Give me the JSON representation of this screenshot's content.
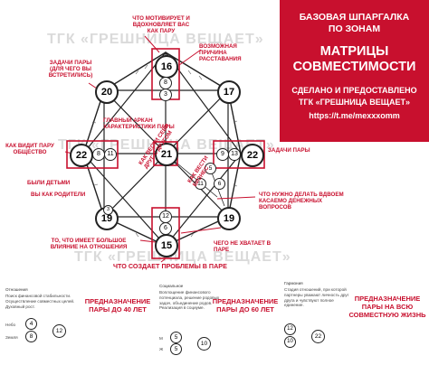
{
  "panel": {
    "line1": "БАЗОВАЯ ШПАРГАЛКА",
    "line2": "ПО ЗОНАМ",
    "title1": "МАТРИЦЫ",
    "title2": "СОВМЕСТИМОСТИ",
    "credit1": "СДЕЛАНО И ПРЕДОСТАВЛЕНО",
    "credit2": "ТГК «ГРЕШНИЦА ВЕЩАЕТ»",
    "link": "https://t.me/mexxxomm"
  },
  "watermark": "ТГК «ГРЕШНИЦА ВЕЩАЕТ»",
  "matrix": {
    "top": "16",
    "top_sub1": "8",
    "top_sub2": "3",
    "top_left": "20",
    "left": "22",
    "left_sub1": "8",
    "left_sub2": "11",
    "center": "21",
    "right": "22",
    "right_sub1": "9",
    "right_sub2": "13",
    "top_right": "17",
    "bottom_left": "19",
    "bottom_right": "19",
    "bottom": "15",
    "bottom_sub1": "12",
    "bottom_sub2": "6",
    "money1": "5",
    "money2": "6",
    "money3": "11",
    "left_small": "3"
  },
  "labels": {
    "motivates": "ЧТО МОТИВИРУЕТ И ВДОХНОВЛЯЕТ ВАС КАК ПАРУ",
    "break_reason": "ВОЗМОЖНАЯ ПРИЧИНА РАССТАВАНИЯ",
    "tasks_left": "ЗАДАЧИ ПАРЫ (ДЛЯ ЧЕГО ВЫ ВСТРЕТИЛИСЬ)",
    "main_arcana": "ГЛАВНЫЙ АРКАН ХАРАКТЕРИСТИКИ ПАРЫ",
    "society": "КАК ВИДИТ ПАРУ ОБЩЕСТВО",
    "tasks_right": "ЗАДАЧИ ПАРЫ",
    "be_children": "БЫЛИ ДЕТЬМИ",
    "as_parents": "ВЫ КАК РОДИТЕЛИ",
    "diag1": "КАК ВЕСТИ СЕБЯ ДРУГ С ДРУГОМ",
    "diag2": "КАК ВЕСТИ БИЗНЕС",
    "money": "ЧТО НУЖНО ДЕЛАТЬ ВДВОЕМ КАСАЕМО ДЕНЕЖНЫХ ВОПРОСОВ",
    "big_influence": "ТО, ЧТО ИМЕЕТ БОЛЬШОЕ ВЛИЯНИЕ НА ОТНОШЕНИЯ",
    "lacks": "ЧЕГО НЕ ХВАТАЕТ В ПАРЕ",
    "problems": "ЧТО СОЗДАЕТ ПРОБЛЕМЫ В ПАРЕ"
  },
  "bottom": {
    "col1_title": "Отношения",
    "col1_text": "Поиск финансовой стабильности. Осуществление совместных целей. Духовный рост.",
    "col1_r1_label": "Небо",
    "col1_r1_val": "4",
    "col1_r2_label": "Земля",
    "col1_r2_val": "8",
    "col1_sum": "12",
    "dest1": "ПРЕДНАЗНАЧЕНИЕ ПАРЫ ДО 40 ЛЕТ",
    "col2_title": "Социальное",
    "col2_text": "Воплощение финансового потенциала, решение родовых задач, объединение родов. Реализация в социуме.",
    "col2_r1_label": "М",
    "col2_r1_val": "5",
    "col2_r2_label": "Ж",
    "col2_r2_val": "5",
    "col2_sum": "10",
    "dest2": "ПРЕДНАЗНАЧЕНИЕ ПАРЫ ДО 60 ЛЕТ",
    "col3_title": "Гармония",
    "col3_text": "Стадия отношений, при которой партнеры уважают личность друг друга и чувствуют полное единение.",
    "col3_r1_val": "12",
    "col3_r2_val": "10",
    "col3_sum": "22",
    "dest3": "ПРЕДНАЗНАЧЕНИЕ ПАРЫ НА ВСЮ СОВМЕСТНУЮ ЖИЗНЬ"
  }
}
